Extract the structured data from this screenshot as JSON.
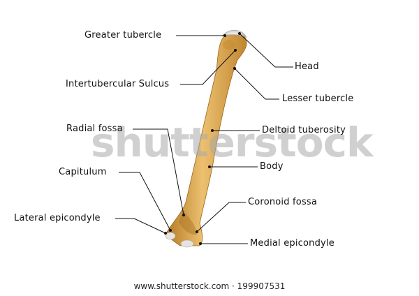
{
  "diagram": {
    "labels": {
      "greater_tubercle": "Greater tubercle",
      "head": "Head",
      "intertubercular_sulcus": "Intertubercular Sulcus",
      "lesser_tubercle": "Lesser tubercle",
      "radial_fossa": "Radial fossa",
      "deltoid_tuberosity": "Deltoid tuberosity",
      "body": "Body",
      "capitulum": "Capitulum",
      "coronoid_fossa": "Coronoid fossa",
      "lateral_epicondyle": "Lateral epicondyle",
      "medial_epicondyle": "Medial epicondyle"
    },
    "colors": {
      "bone_light": "#e9b865",
      "bone_mid": "#d49a3c",
      "bone_dark": "#a8701f",
      "cartilage": "#e3e1db",
      "leader_line": "#111111"
    }
  },
  "watermark": {
    "text": "shutterstock"
  },
  "footer": {
    "text": "www.shutterstock.com · 199907531"
  }
}
